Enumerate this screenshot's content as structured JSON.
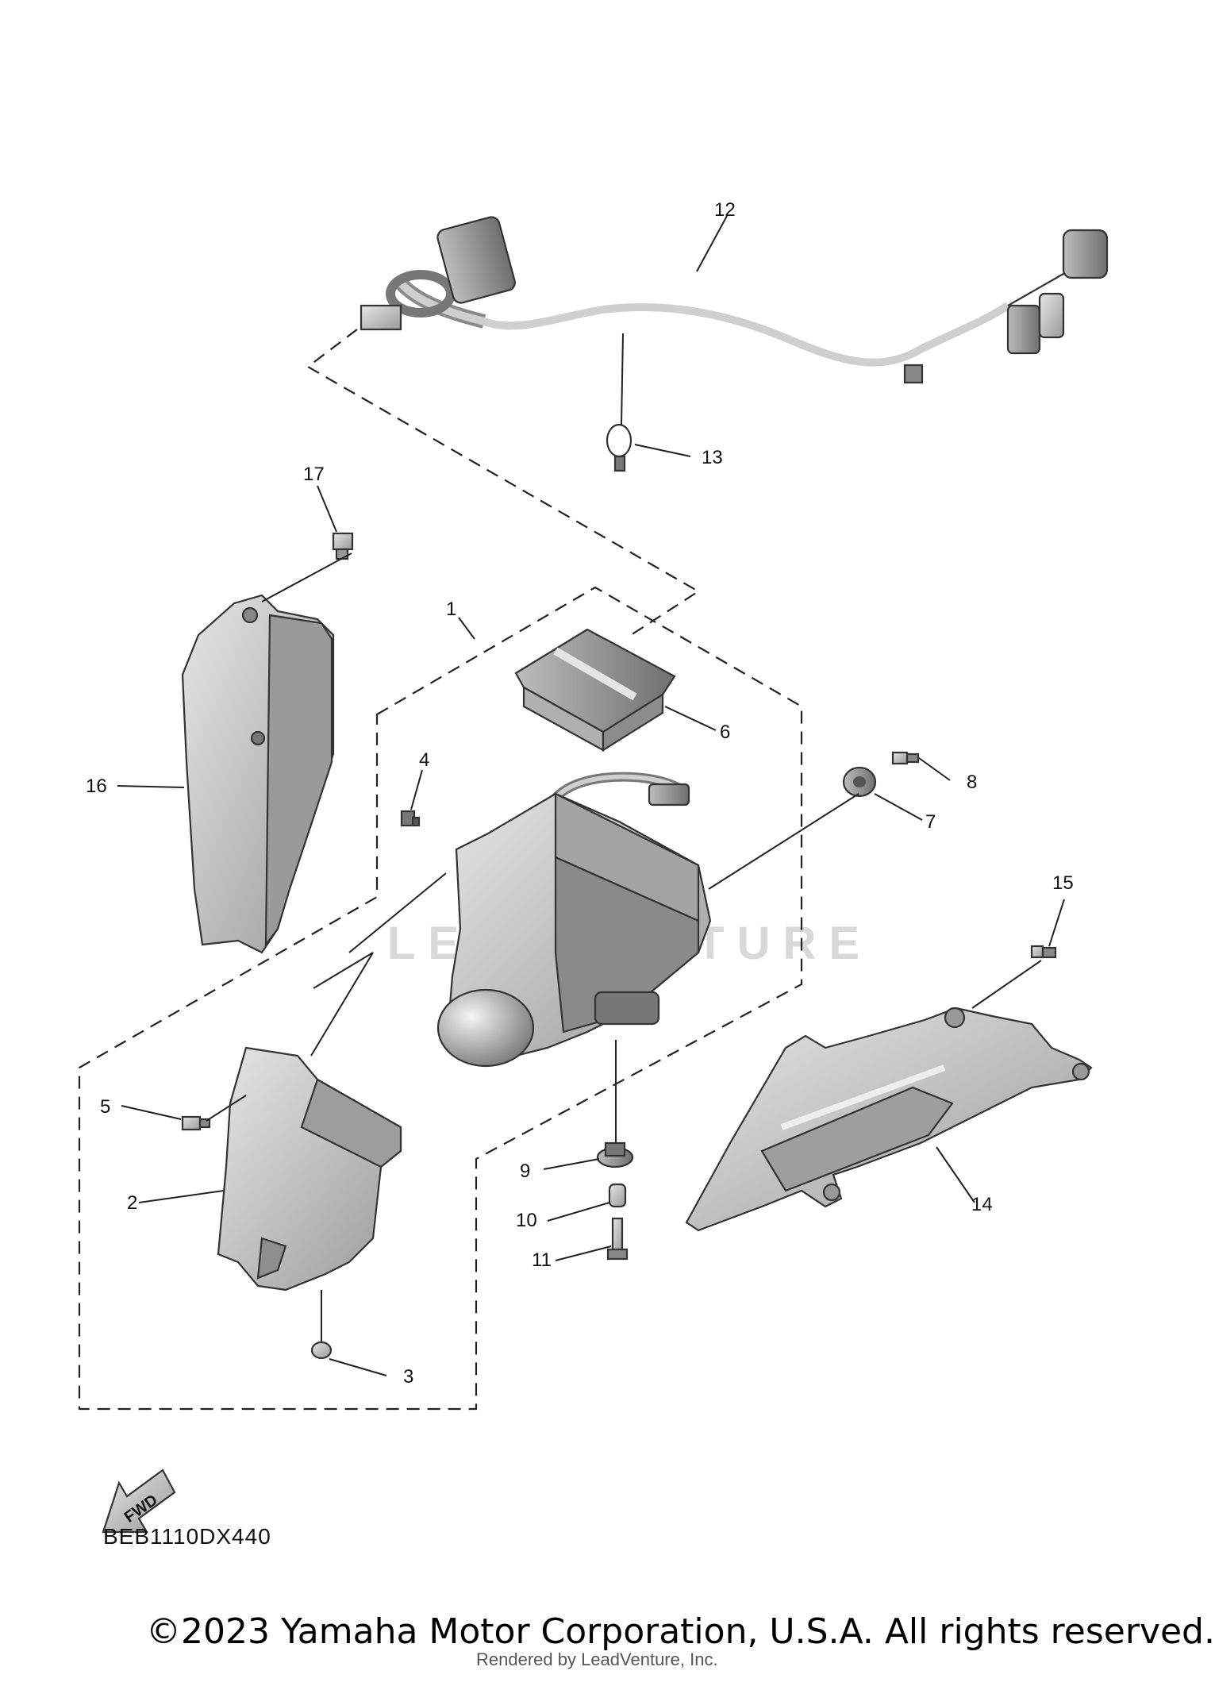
{
  "diagram": {
    "callouts": {
      "c1": "1",
      "c2": "2",
      "c3": "3",
      "c4": "4",
      "c5": "5",
      "c6": "6",
      "c7": "7",
      "c8": "8",
      "c9": "9",
      "c10": "10",
      "c11": "11",
      "c12": "12",
      "c13": "13",
      "c14": "14",
      "c15": "15",
      "c16": "16",
      "c17": "17"
    },
    "fwd_label": "FWD",
    "watermark": "LEADVENTURE",
    "diagram_code": "BEB1110DX440"
  },
  "footer": {
    "copyright": "©2023 Yamaha Motor Corporation, U.S.A. All rights reserved.",
    "rendered_by": "Rendered by LeadVenture, Inc."
  }
}
